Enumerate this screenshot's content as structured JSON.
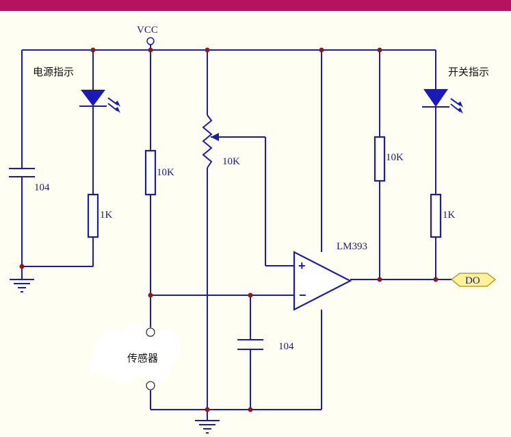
{
  "colors": {
    "top_bar": "#b5125f",
    "background": "#fffef2",
    "wire": "#1a1ab8",
    "junction": "#8b1a1a",
    "output_tag_fill": "#fff29a"
  },
  "labels": {
    "vcc": "VCC",
    "power_indicator": "电源指示",
    "switch_indicator": "开关指示",
    "cap_left": "104",
    "res_left_1k": "1K",
    "res_10k_a": "10K",
    "pot_10k": "10K",
    "res_10k_b": "10K",
    "res_right_1k": "1K",
    "chip": "LM393",
    "plus_sign": "+",
    "minus_sign": "−",
    "sensor": "传感器",
    "cap_bottom": "104",
    "output": "DO"
  }
}
